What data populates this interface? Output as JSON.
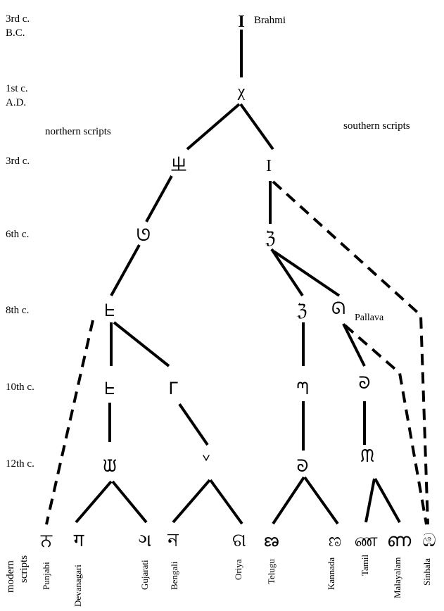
{
  "eras": [
    "3rd c.",
    "B.C.",
    "1st c.",
    "A.D.",
    "3rd c.",
    "6th c.",
    "8th c.",
    "10th c.",
    "12th c."
  ],
  "labels": {
    "brahmi": "Brahmi",
    "northern": "northern scripts",
    "southern": "southern scripts",
    "pallava": "Pallava",
    "modern_line1": "modern",
    "modern_line2": "scripts"
  },
  "modern_scripts": [
    "Punjabi",
    "Devanagari",
    "Gujarati",
    "Bengali",
    "Oriya",
    "Telugu",
    "Kannada",
    "Tamil",
    "Malayalam",
    "Sinhala"
  ],
  "glyphs": {
    "brahmi": "I",
    "first_ad": "χ",
    "north_3rd": "ㄓ",
    "south_3rd": "I",
    "north_6th": "ᘎ",
    "south_6th": "ℨ",
    "north_8th": "ᖶ",
    "south_8th_a": "ℨ",
    "pallava": "ᘏ",
    "north_10th_a": "ᖶ",
    "north_10th_b": "ᒥ",
    "south_10th_a": "ᘉ",
    "south_10th_b": "ᘐ",
    "north_12th_a": "ᙡ",
    "north_12th_b": "ᘁ",
    "south_12th_a": "ᘐ",
    "south_12th_b": "ᙏ",
    "modern": [
      "ਨ",
      "ग",
      "ગ",
      "ন",
      "ଗ",
      "ణ",
      "ಣ",
      "ண",
      "ണ",
      "ඹ"
    ]
  }
}
